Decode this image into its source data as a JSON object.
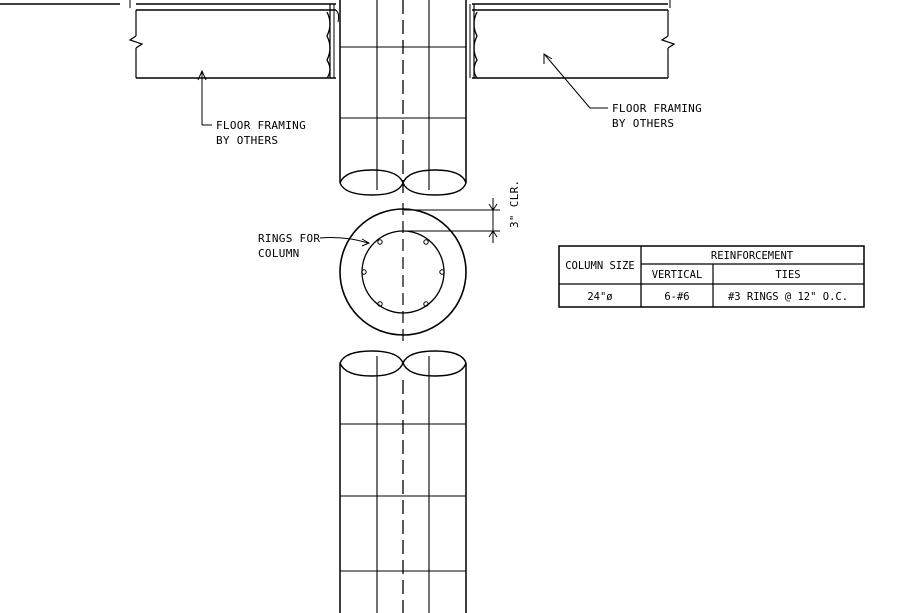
{
  "notes": {
    "floor_framing_left": [
      "FLOOR FRAMING",
      "BY OTHERS"
    ],
    "floor_framing_right": [
      "FLOOR FRAMING",
      "BY OTHERS"
    ],
    "rings_for_column": [
      "RINGS FOR",
      "COLUMN"
    ],
    "clearance": "3\" CLR."
  },
  "reinforcement_table": {
    "header_col": "COLUMN SIZE",
    "header_group": "REINFORCEMENT",
    "header_vertical": "VERTICAL",
    "header_ties": "TIES",
    "row": {
      "size": "24\"ø",
      "vertical": "6-#6",
      "ties": "#3 RINGS @ 12\" O.C."
    }
  }
}
